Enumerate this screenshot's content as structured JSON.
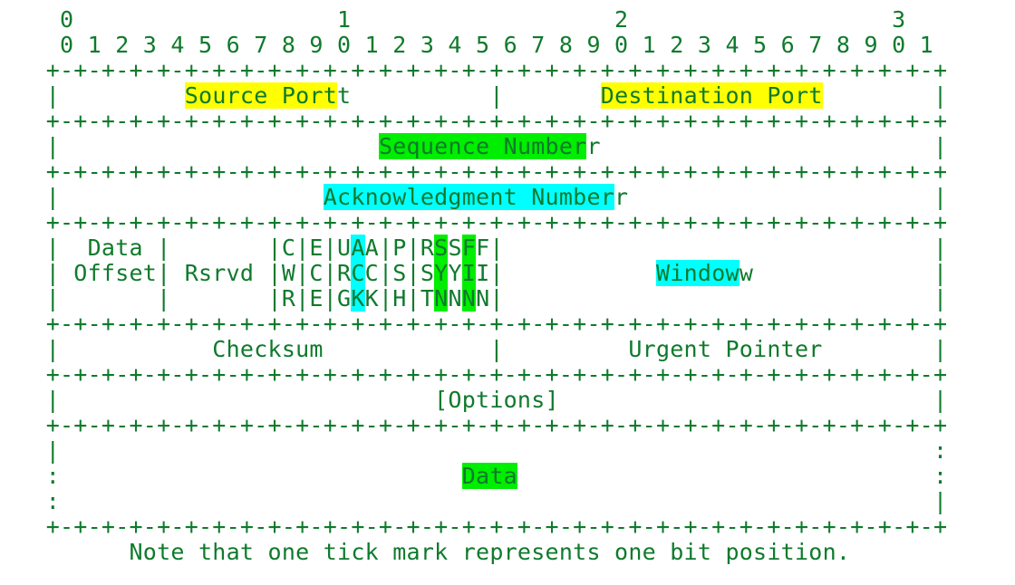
{
  "lines": [
    "  0                   1                   2                   3",
    "  0 1 2 3 4 5 6 7 8 9 0 1 2 3 4 5 6 7 8 9 0 1 2 3 4 5 6 7 8 9 0 1",
    " +-+-+-+-+-+-+-+-+-+-+-+-+-+-+-+-+-+-+-+-+-+-+-+-+-+-+-+-+-+-+-+-+",
    " |          Source Port          |       Destination Port        |",
    " +-+-+-+-+-+-+-+-+-+-+-+-+-+-+-+-+-+-+-+-+-+-+-+-+-+-+-+-+-+-+-+-+",
    " |                        Sequence Number                        |",
    " +-+-+-+-+-+-+-+-+-+-+-+-+-+-+-+-+-+-+-+-+-+-+-+-+-+-+-+-+-+-+-+-+",
    " |                    Acknowledgment Number                      |",
    " +-+-+-+-+-+-+-+-+-+-+-+-+-+-+-+-+-+-+-+-+-+-+-+-+-+-+-+-+-+-+-+-+",
    " |  Data |       |C|E|U|A|P|R|S|F|                               |",
    " | Offset| Rsrvd |W|C|R|C|S|S|Y|I|            Window             |",
    " |       |       |R|E|G|K|H|T|N|N|                               |",
    " +-+-+-+-+-+-+-+-+-+-+-+-+-+-+-+-+-+-+-+-+-+-+-+-+-+-+-+-+-+-+-+-+",
    " |           Checksum            |         Urgent Pointer        |",
    " +-+-+-+-+-+-+-+-+-+-+-+-+-+-+-+-+-+-+-+-+-+-+-+-+-+-+-+-+-+-+-+-+",
    " |                           [Options]                           |",
    " +-+-+-+-+-+-+-+-+-+-+-+-+-+-+-+-+-+-+-+-+-+-+-+-+-+-+-+-+-+-+-+-+",
    " |                                                               :",
    " :                             Data                              :",
    " :                                                               |",
    " +-+-+-+-+-+-+-+-+-+-+-+-+-+-+-+-+-+-+-+-+-+-+-+-+-+-+-+-+-+-+-+-+",
    "       Note that one tick mark represents one bit position."
  ],
  "highlights": [
    {
      "line": 3,
      "text": "Source Port",
      "color": "yellow",
      "start": 11,
      "length": 11
    },
    {
      "line": 3,
      "text": "Destination Port",
      "color": "yellow",
      "start": 41,
      "length": 16
    },
    {
      "line": 5,
      "text": "Sequence Number",
      "color": "green",
      "start": 25,
      "length": 15
    },
    {
      "line": 7,
      "text": "Acknowledgment Number",
      "color": "cyan",
      "start": 21,
      "length": 21
    },
    {
      "line": 9,
      "text": "A",
      "color": "cyan",
      "start": 23,
      "length": 1
    },
    {
      "line": 10,
      "text": "C",
      "color": "cyan",
      "start": 23,
      "length": 1
    },
    {
      "line": 11,
      "text": "K",
      "color": "cyan",
      "start": 23,
      "length": 1
    },
    {
      "line": 9,
      "text": "S",
      "color": "green",
      "start": 29,
      "length": 1
    },
    {
      "line": 10,
      "text": "Y",
      "color": "green",
      "start": 29,
      "length": 1
    },
    {
      "line": 11,
      "text": "N",
      "color": "green",
      "start": 29,
      "length": 1
    },
    {
      "line": 9,
      "text": "F",
      "color": "green",
      "start": 31,
      "length": 1
    },
    {
      "line": 10,
      "text": "I",
      "color": "green",
      "start": 31,
      "length": 1
    },
    {
      "line": 11,
      "text": "N",
      "color": "green",
      "start": 31,
      "length": 1
    },
    {
      "line": 10,
      "text": "Window",
      "color": "cyan",
      "start": 45,
      "length": 6
    },
    {
      "line": 18,
      "text": "Data",
      "color": "green",
      "start": 31,
      "length": 4
    }
  ],
  "colors": {
    "text": "#0f7a2c",
    "yellow": "#ffff00",
    "green": "#00ee00",
    "cyan": "#00ffff",
    "background": "#ffffff"
  }
}
